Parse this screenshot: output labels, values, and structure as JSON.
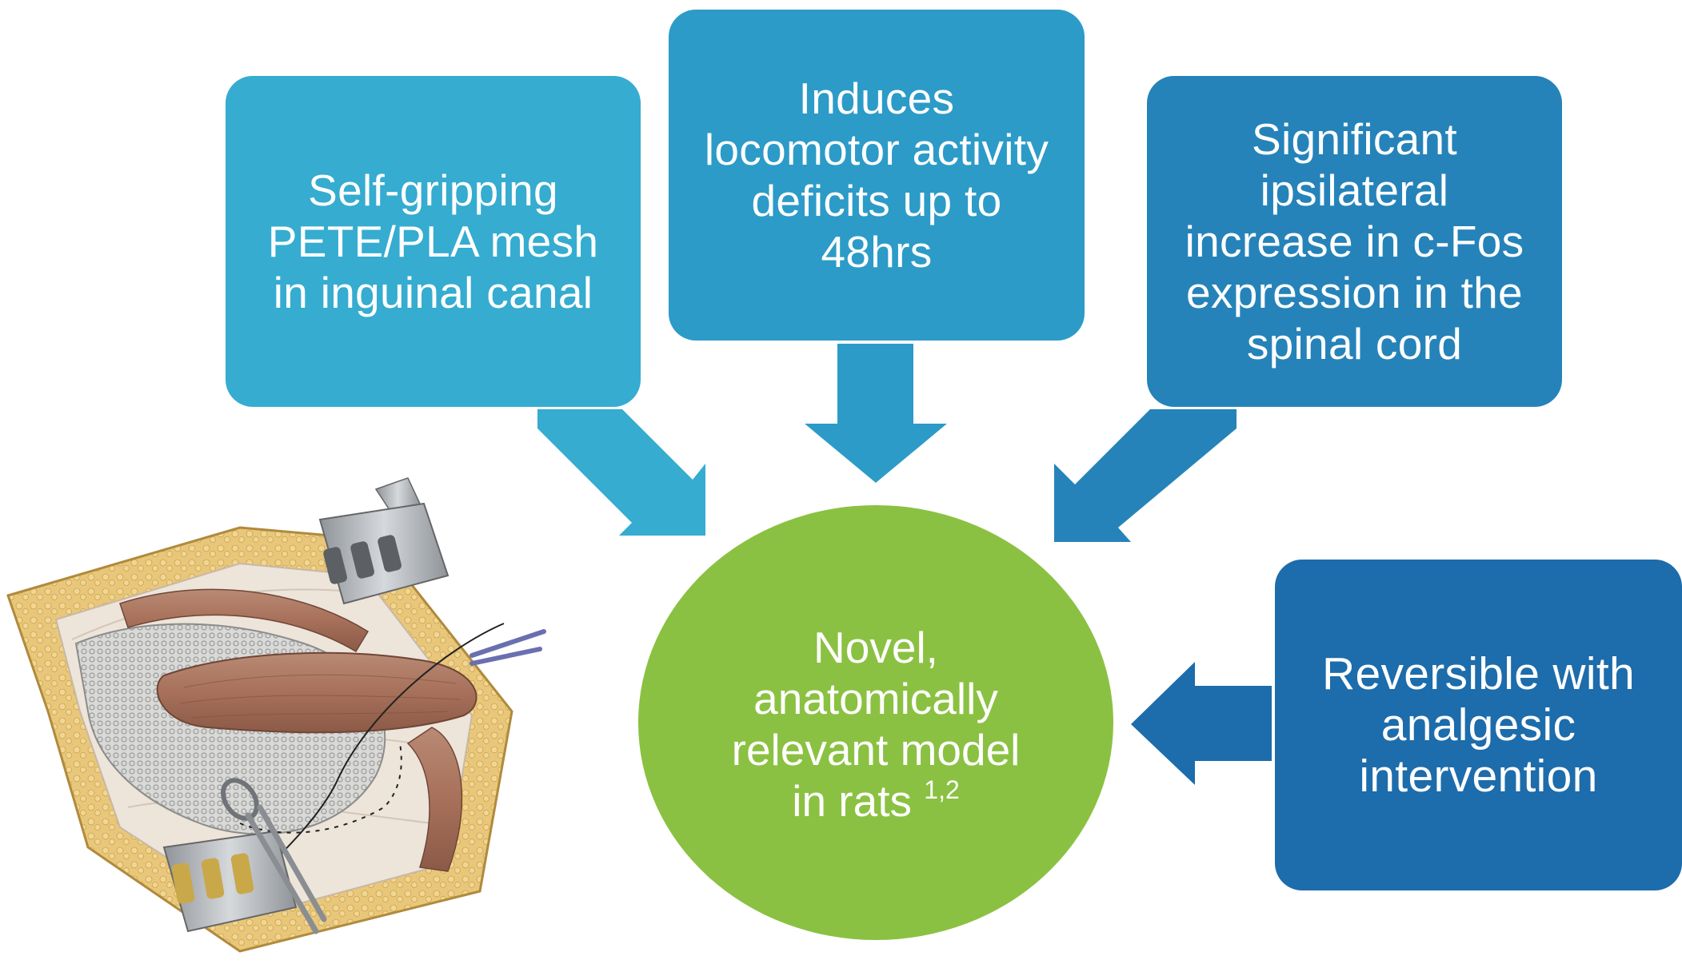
{
  "colors": {
    "box_mesh": "#35acd0",
    "box_loco": "#2c9bc8",
    "box_cfos": "#2583b9",
    "box_revers": "#1d6cab",
    "center": "#8bc142",
    "text": "#ffffff"
  },
  "boxes": {
    "mesh": {
      "lines": [
        "Self-gripping",
        "PETE/PLA mesh",
        "in inguinal canal"
      ]
    },
    "loco": {
      "lines": [
        "Induces",
        "locomotor activity",
        "deficits up to",
        "48hrs"
      ]
    },
    "cfos": {
      "lines": [
        "Significant",
        "ipsilateral",
        "increase in c-Fos",
        "expression in the",
        "spinal cord"
      ]
    },
    "revers": {
      "lines": [
        "Reversible with",
        "analgesic",
        "intervention"
      ]
    }
  },
  "center": {
    "lines": [
      "Novel,",
      "anatomically",
      "relevant model",
      "in rats"
    ],
    "superscript": "1,2"
  },
  "illustration": {
    "subject": "surgical-illustration-inguinal-mesh-repair"
  }
}
